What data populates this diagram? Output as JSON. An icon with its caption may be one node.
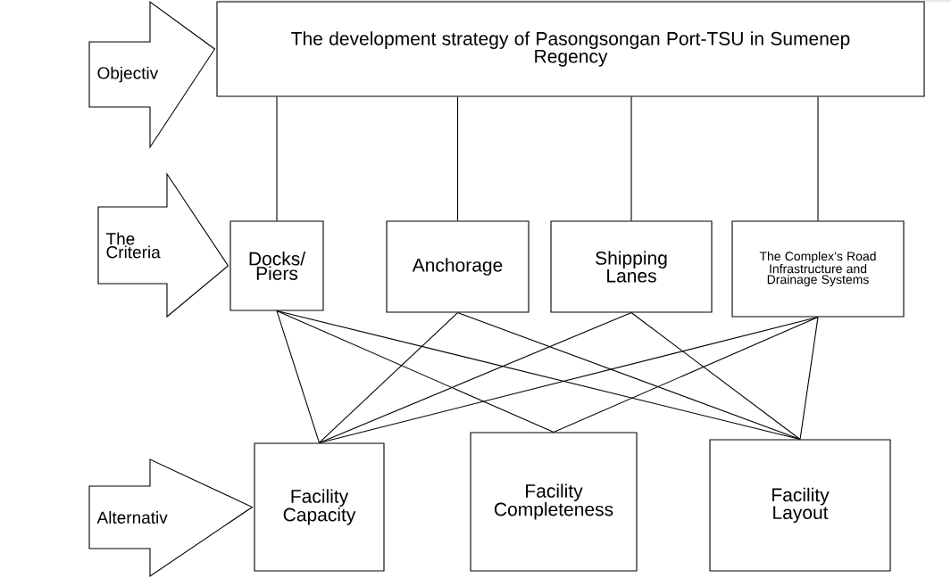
{
  "diagram": {
    "nodes": [
      {
        "text": [
          "The development strategy of Pasongsongan Port-TSU in Sumenep Regency"
        ]
      },
      {
        "text": [
          "Docks/ Piers"
        ]
      },
      {
        "text": [
          "Anchorage"
        ]
      },
      {
        "text": [
          "Shipping Lanes"
        ]
      },
      {
        "text": [
          "The Complex’s Road Infrastructure and Drainage Systems"
        ]
      },
      {
        "text": [
          "Facility Capacity"
        ]
      },
      {
        "text": [
          "Facility Completeness"
        ]
      },
      {
        "text": [
          "Facility Layout"
        ]
      }
    ],
    "edges": [
      {
        "from": null,
        "to": 0,
        "arrow": "to",
        "label": "Objectiv"
      },
      {
        "from": null,
        "to": 1,
        "arrow": "to",
        "label": "The Criteria"
      },
      {
        "from": null,
        "to": 5,
        "arrow": "to",
        "label": "Alternativ"
      },
      {
        "from": 0,
        "to": 1,
        "arrow": "none"
      },
      {
        "from": 0,
        "to": 2,
        "arrow": "none"
      },
      {
        "from": 0,
        "to": 3,
        "arrow": "none"
      },
      {
        "from": 0,
        "to": 4,
        "arrow": "none"
      },
      {
        "from": 1,
        "to": 5,
        "arrow": "none"
      },
      {
        "from": 1,
        "to": 6,
        "arrow": "none"
      },
      {
        "from": 1,
        "to": 7,
        "arrow": "none"
      },
      {
        "from": 2,
        "to": 5,
        "arrow": "none"
      },
      {
        "from": 2,
        "to": 7,
        "arrow": "none"
      },
      {
        "from": 3,
        "to": 5,
        "arrow": "none"
      },
      {
        "from": 3,
        "to": 7,
        "arrow": "none"
      },
      {
        "from": 4,
        "to": 5,
        "arrow": "none"
      },
      {
        "from": 4,
        "to": 6,
        "arrow": "none"
      },
      {
        "from": 4,
        "to": 7,
        "arrow": "none"
      }
    ]
  }
}
